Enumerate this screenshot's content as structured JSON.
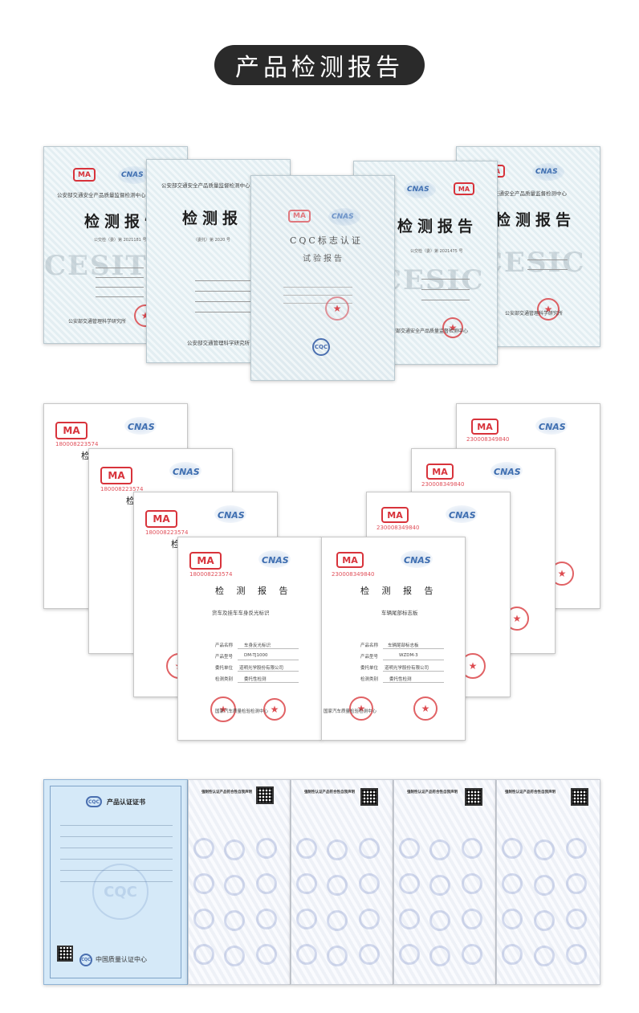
{
  "header": {
    "title": "产品检测报告"
  },
  "colors": {
    "pill": "#2a2a2a",
    "stamp_red": "#d8333b",
    "cnas_blue": "#2d5fa6",
    "cert_blue": "#4a6fb0"
  },
  "section1": {
    "ma": "MA",
    "cnas": "CNAS",
    "doc1": {
      "org": "公安部交通安全产品质量监督检测中心",
      "heading": "检测报告",
      "no": "公交检（委）第 2021181 号",
      "ghost": "CESIT"
    },
    "doc2": {
      "org": "公安部交通安全产品质量监督检测中心",
      "heading": "检测报",
      "no": "（委托）第 2020 号",
      "footer": "公安部交通管理科学研究所"
    },
    "doc3": {
      "heading": "CQC标志认证",
      "sub": "试验报告",
      "cqc": "CQC"
    },
    "doc4": {
      "heading": "检测报告",
      "no": "公交检（委）第 2021475 号",
      "ghost": "CESIC",
      "footer": "公安部交通安全产品质量监督检测中心"
    },
    "doc5": {
      "org": "交通安全产品质量监督检测中心",
      "heading": "检测报告",
      "ghost": "CESIC",
      "footer": "公安部交通管理科学研究所"
    }
  },
  "section2": {
    "ma": "MA",
    "cnas": "CNAS",
    "left_no": "180008223574",
    "right_no": "230008349840",
    "heading": "检 测 报 告",
    "front_left": {
      "subject": "货车及挂车车身反光标识",
      "rows": [
        {
          "label": "产品名称",
          "value": "车身反光标识"
        },
        {
          "label": "产品型号",
          "value": "DM-TJ1000"
        },
        {
          "label": "委托单位",
          "value": "道明光学股份有限公司"
        },
        {
          "label": "检测类别",
          "value": "委托性检测"
        }
      ],
      "footer": "国家汽车质量检验检测中心"
    },
    "front_right": {
      "subject": "车辆尾部标志板",
      "rows": [
        {
          "label": "产品名称",
          "value": "车辆尾部标志板"
        },
        {
          "label": "产品型号",
          "value": "WZDM-3"
        },
        {
          "label": "委托单位",
          "value": "道明光学股份有限公司"
        },
        {
          "label": "检测类别",
          "value": "委托性检测"
        }
      ],
      "footer": "国家汽车质量检验检测中心"
    }
  },
  "section3": {
    "cert": {
      "title": "产品认证证书",
      "cqc": "CQC",
      "org": "中国质量认证中心"
    },
    "annex_title": "强制性认证产品符合性自我声明"
  }
}
